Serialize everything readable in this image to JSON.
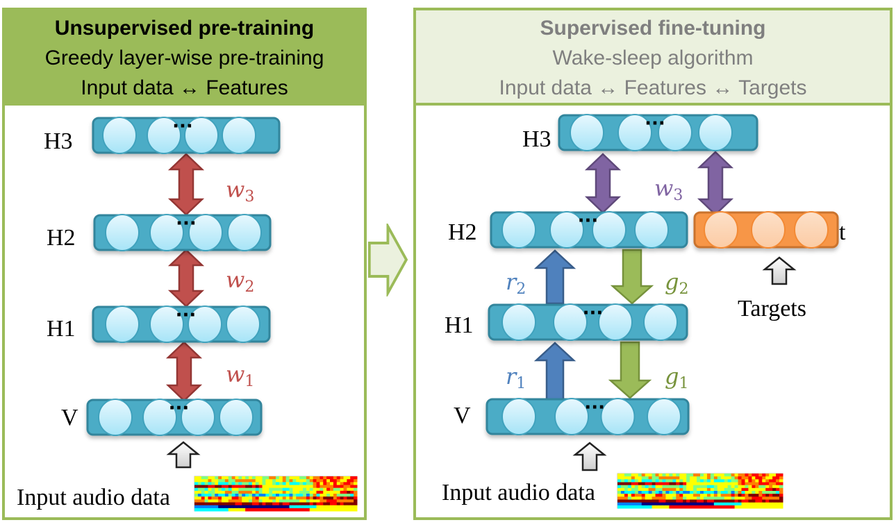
{
  "colors": {
    "panel_border": "#9bbb59",
    "left_header_bg": "#9bbb59",
    "right_header_bg": "#ebf1de",
    "right_header_text": "#7f7f7f",
    "layer_fill": "#4bacc6",
    "layer_stroke": "#31859c",
    "neuron_fill_top": "#e6f7fd",
    "neuron_fill_bottom": "#a9e6f8",
    "target_fill": "#f79646",
    "target_neuron": "#fcd5b5",
    "weight_arrow_left": "#c0504d",
    "weight_arrow_right": "#8064a2",
    "recognition_arrow": "#4f81bd",
    "generative_arrow": "#9bbb59"
  },
  "left_panel": {
    "header": {
      "title": "Unsupervised pre-training",
      "subtitle": "Greedy layer-wise pre-training",
      "relation": "Input data ↔ Features"
    },
    "layers": [
      {
        "label": "H3",
        "ellipsis": "···"
      },
      {
        "label": "H2",
        "ellipsis": "···"
      },
      {
        "label": "H1",
        "ellipsis": "···"
      },
      {
        "label": "V",
        "ellipsis": "···"
      }
    ],
    "weights": [
      {
        "symbol": "w",
        "index": "3"
      },
      {
        "symbol": "w",
        "index": "2"
      },
      {
        "symbol": "w",
        "index": "1"
      }
    ],
    "input_label": "Input audio data"
  },
  "right_panel": {
    "header": {
      "title": "Supervised fine-tuning",
      "subtitle": "Wake-sleep algorithm",
      "relation": "Input data ↔ Features ↔ Targets"
    },
    "layers": [
      {
        "label": "H3",
        "ellipsis": "···"
      },
      {
        "label": "H2",
        "ellipsis": "···"
      },
      {
        "label": "H1",
        "ellipsis": "···"
      },
      {
        "label": "V",
        "ellipsis": "···"
      }
    ],
    "target_layer_label": "t",
    "targets_label": "Targets",
    "weight": {
      "symbol": "w",
      "index": "3"
    },
    "recognition": [
      {
        "symbol": "r",
        "index": "2"
      },
      {
        "symbol": "r",
        "index": "1"
      }
    ],
    "generative": [
      {
        "symbol": "g",
        "index": "2"
      },
      {
        "symbol": "g",
        "index": "1"
      }
    ],
    "input_label": "Input audio data"
  }
}
